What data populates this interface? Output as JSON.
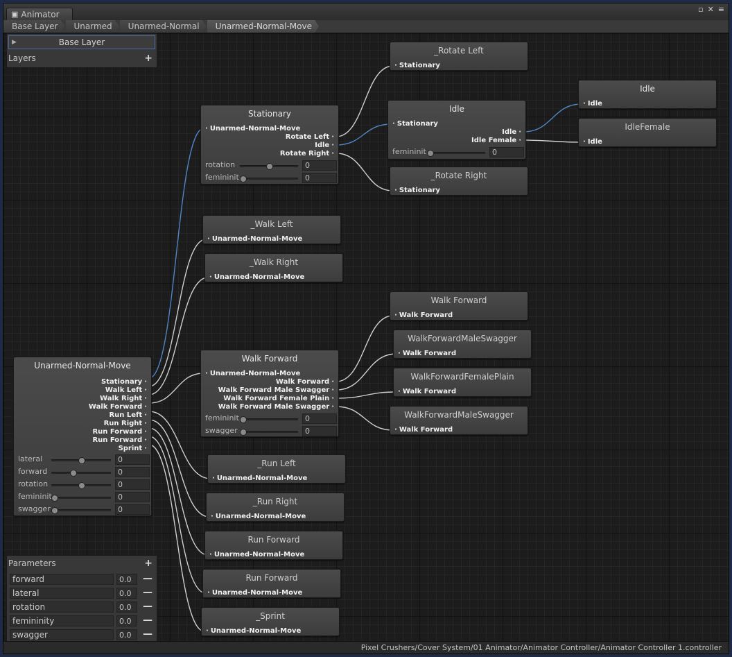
{
  "window": {
    "tab_title": "Animator"
  },
  "breadcrumb": [
    "Base Layer",
    "Unarmed",
    "Unarmed-Normal",
    "Unarmed-Normal-Move"
  ],
  "layers_panel": {
    "base_layer": "Base Layer",
    "header": "Layers"
  },
  "parameters_panel": {
    "header": "Parameters",
    "items": [
      {
        "name": "forward",
        "value": "0.0"
      },
      {
        "name": "lateral",
        "value": "0.0"
      },
      {
        "name": "rotation",
        "value": "0.0"
      },
      {
        "name": "femininity",
        "value": "0.0"
      },
      {
        "name": "swagger",
        "value": "0.0"
      }
    ]
  },
  "nodes": {
    "main": {
      "title": "Unarmed-Normal-Move",
      "outputs": [
        "Stationary",
        "Walk Left",
        "Walk Right",
        "Walk Forward",
        "Run Left",
        "Run Right",
        "Run Forward",
        "Run Forward",
        "Sprint"
      ],
      "params": [
        {
          "label": "lateral",
          "value": "0",
          "knob": 0.5
        },
        {
          "label": "forward",
          "value": "0",
          "knob": 0.35
        },
        {
          "label": "rotation",
          "value": "0",
          "knob": 0.5
        },
        {
          "label": "femininit",
          "value": "0",
          "knob": 0.0
        },
        {
          "label": "swagger",
          "value": "0",
          "knob": 0.0
        }
      ]
    },
    "stationary": {
      "title": "Stationary",
      "input": "Unarmed-Normal-Move",
      "outputs": [
        "Rotate Left",
        "Idle",
        "Rotate Right"
      ],
      "params": [
        {
          "label": "rotation",
          "value": "0",
          "knob": 0.5
        },
        {
          "label": "femininit",
          "value": "0",
          "knob": 0.0
        }
      ]
    },
    "walk_forward": {
      "title": "Walk Forward",
      "input": "Unarmed-Normal-Move",
      "outputs": [
        "Walk Forward",
        "Walk Forward Male Swagger",
        "Walk Forward Female Plain",
        "Walk Forward Male Swagger"
      ],
      "params": [
        {
          "label": "femininit",
          "value": "0",
          "knob": 0.0
        },
        {
          "label": "swagger",
          "value": "0",
          "knob": 0.0
        }
      ]
    },
    "idle_mid": {
      "title": "Idle",
      "input": "Stationary",
      "outputs": [
        "Idle",
        "Idle Female"
      ],
      "params": [
        {
          "label": "femininit",
          "value": "0",
          "knob": 0.0
        }
      ]
    },
    "rotate_left": {
      "title": "_Rotate Left",
      "input": "Stationary"
    },
    "rotate_right": {
      "title": "_Rotate Right",
      "input": "Stationary"
    },
    "idle_leaf": {
      "title": "Idle",
      "input": "Idle"
    },
    "idle_female": {
      "title": "IdleFemale",
      "input": "Idle"
    },
    "walk_left": {
      "title": "_Walk Left",
      "input": "Unarmed-Normal-Move"
    },
    "walk_right": {
      "title": "_Walk Right",
      "input": "Unarmed-Normal-Move"
    },
    "wf_leaf1": {
      "title": "Walk Forward",
      "input": "Walk Forward"
    },
    "wf_leaf2": {
      "title": "WalkForwardMaleSwagger",
      "input": "Walk Forward"
    },
    "wf_leaf3": {
      "title": "WalkForwardFemalePlain",
      "input": "Walk Forward"
    },
    "wf_leaf4": {
      "title": "WalkForwardMaleSwagger",
      "input": "Walk Forward"
    },
    "run_left": {
      "title": "_Run Left",
      "input": "Unarmed-Normal-Move"
    },
    "run_right": {
      "title": "_Run Right",
      "input": "Unarmed-Normal-Move"
    },
    "run_forward1": {
      "title": "Run Forward",
      "input": "Unarmed-Normal-Move"
    },
    "run_forward2": {
      "title": "Run Forward",
      "input": "Unarmed-Normal-Move"
    },
    "sprint": {
      "title": "_Sprint",
      "input": "Unarmed-Normal-Move"
    }
  },
  "status_path": "Pixel Crushers/Cover System/01 Animator/Animator Controller/Animator Controller 1.controller",
  "colors": {
    "wire": "#cfcfcf",
    "wire_active": "#4f86c6",
    "selection": "#4a6da0"
  }
}
